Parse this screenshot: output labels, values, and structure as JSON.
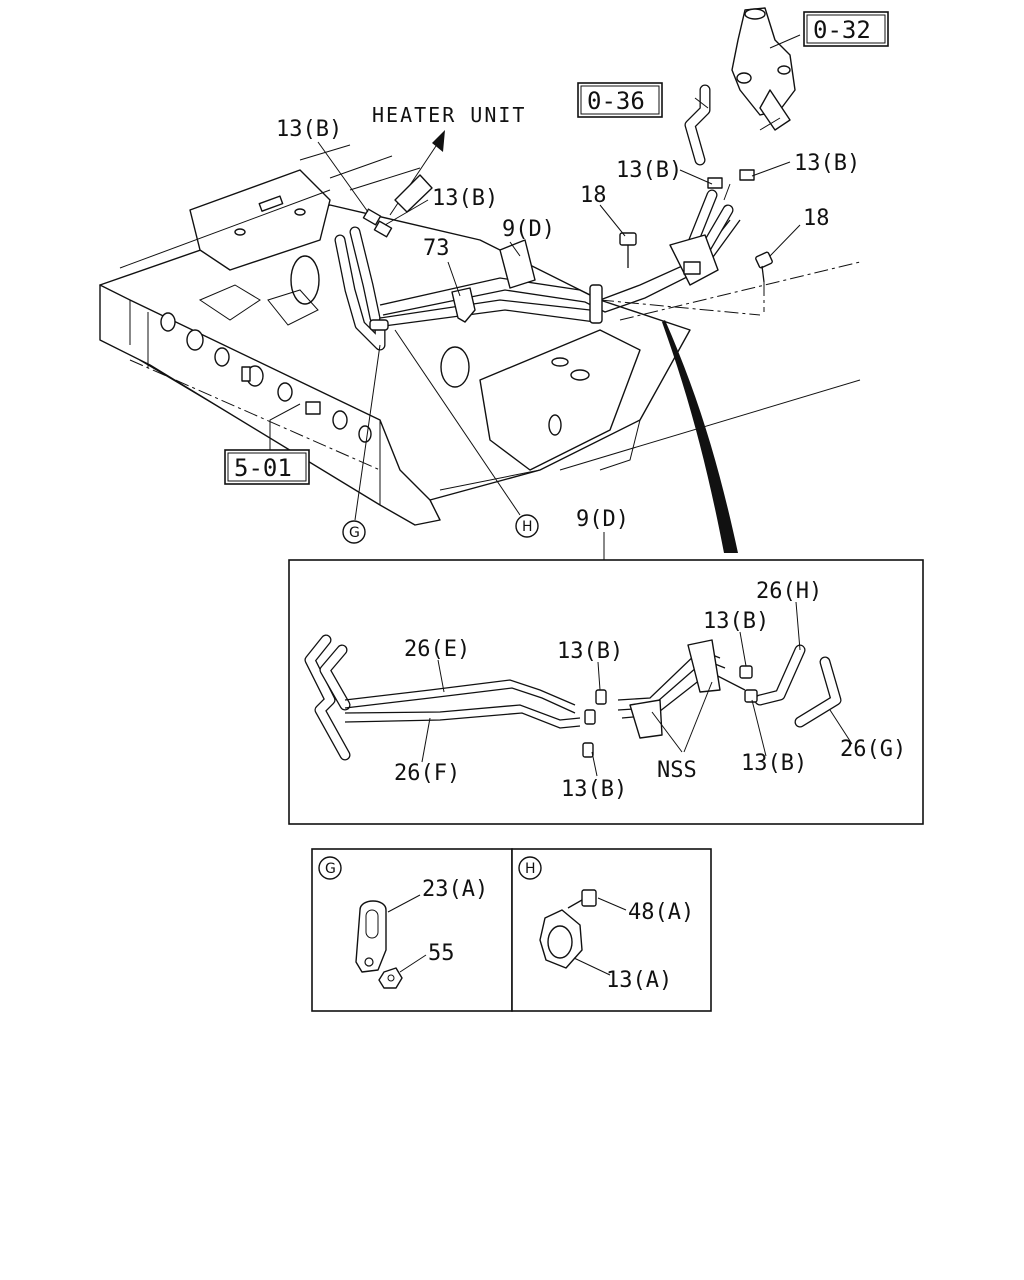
{
  "diagram": {
    "labels": {
      "heater_unit": "HEATER UNIT",
      "ref_0_32": "0-32",
      "ref_0_36": "0-36",
      "ref_5_01": "5-01",
      "clamp_13b_a": "13(B)",
      "clamp_13b_b": "13(B)",
      "clamp_13b_c": "13(B)",
      "clamp_13b_d": "13(B)",
      "bolt_18_a": "18",
      "bolt_18_b": "18",
      "clip_73": "73",
      "pipe_9d_top": "9(D)",
      "pipe_9d_detail": "9(D)",
      "marker_g": "G",
      "marker_h": "H"
    },
    "detail_9d": {
      "hose_26e": "26(E)",
      "hose_26f": "26(F)",
      "hose_26h": "26(H)",
      "hose_26g": "26(G)",
      "clamp_13b_1": "13(B)",
      "clamp_13b_2": "13(B)",
      "clamp_13b_3": "13(B)",
      "clamp_13b_4": "13(B)",
      "nss": "NSS"
    },
    "detail_g": {
      "marker": "G",
      "bracket_23a": "23(A)",
      "nut_55": "55"
    },
    "detail_h": {
      "marker": "H",
      "bolt_48a": "48(A)",
      "clamp_13a": "13(A)"
    }
  }
}
